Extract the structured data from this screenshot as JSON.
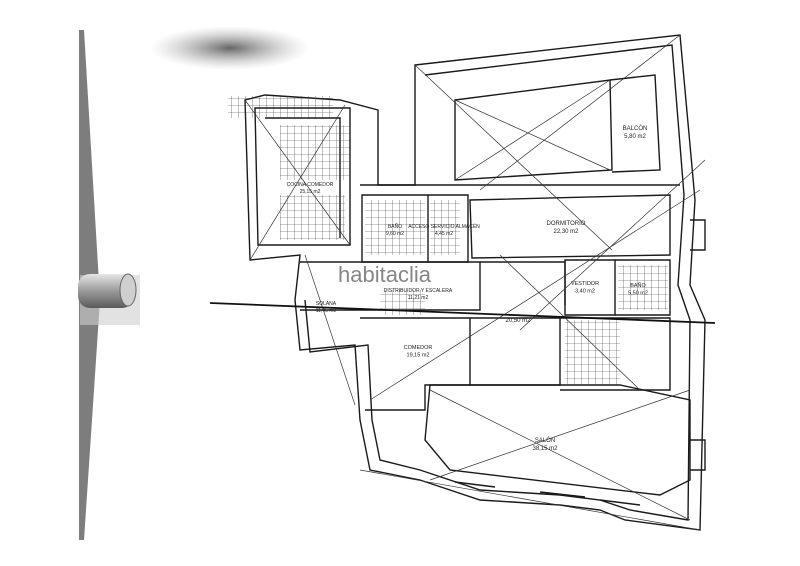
{
  "plan": {
    "watermark": "habitaclia",
    "rooms": [
      {
        "id": "balcon",
        "name": "BALCÓN",
        "area": "5,80 m2"
      },
      {
        "id": "cocina",
        "name": "COCINA COMEDOR",
        "area": "25,15 m2"
      },
      {
        "id": "bano1",
        "name": "BAÑO",
        "area": "9,60 m2"
      },
      {
        "id": "acceso",
        "name": "ACCESO SERVICIO ALMACÉN",
        "area": "4,45 m2"
      },
      {
        "id": "dormitorio",
        "name": "DORMITORIO",
        "area": "22,30 m2"
      },
      {
        "id": "vestidor",
        "name": "VESTIDOR",
        "area": "3,40 m2"
      },
      {
        "id": "bano2",
        "name": "BAÑO",
        "area": "5,50 m2"
      },
      {
        "id": "solana",
        "name": "SOLANA",
        "area": "11,45 m2"
      },
      {
        "id": "distribuidor",
        "name": "DISTRIBUIDOR Y ESCALERA",
        "area": "11,21 m2"
      },
      {
        "id": "pasillo",
        "name": "",
        "area": "20,50 m2"
      },
      {
        "id": "comedor",
        "name": "COMEDOR",
        "area": "19,15 m2"
      },
      {
        "id": "salon",
        "name": "SALÓN",
        "area": "38,15 m2"
      }
    ]
  },
  "colors": {
    "line": "#1a1a1a",
    "hatch": "#444444",
    "shadow": "#8a8a8a",
    "metal": "#b8b8b8"
  }
}
